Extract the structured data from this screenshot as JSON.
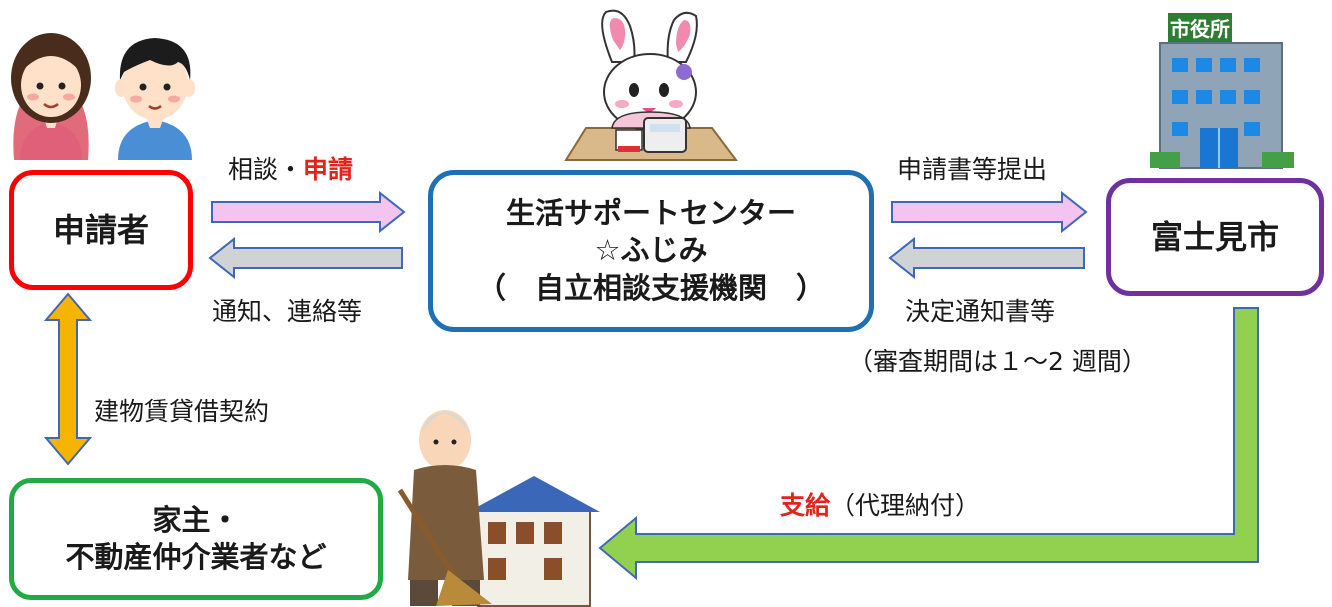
{
  "nodes": {
    "applicant": "申請者",
    "center": [
      "生活サポートセンター",
      "☆ふじみ",
      "（　自立相談支援機関　）"
    ],
    "city": "富士見市",
    "landlord": [
      "家主・",
      "不動産仲介業者など"
    ]
  },
  "edges": {
    "consult_prefix": "相談・",
    "consult_highlight": "申請",
    "notify": "通知、連絡等",
    "submit": "申請書等提出",
    "decision": "決定通知書等",
    "review_period": "（審査期間は１～2 週間）",
    "contract": "建物賃貸借契約",
    "payment_highlight": "支給",
    "payment_suffix": "（代理納付）"
  },
  "illustrations": {
    "applicants": "couple-icon",
    "mascot": "rabbit-mascot-icon",
    "cityhall": "city-hall-icon",
    "cityhall_sign": "市役所",
    "landlord": "landlord-house-icon"
  },
  "colors": {
    "applicant_border": "#ff0000",
    "center_border": "#1f6fb5",
    "city_border": "#7030a0",
    "landlord_border": "#22aa44",
    "request_arrow": "#f3c4ef",
    "reply_arrow": "#cfd3d6",
    "contract_arrow": "#f4b400",
    "payment_arrow": "#92d050",
    "highlight": "#e3231b"
  }
}
